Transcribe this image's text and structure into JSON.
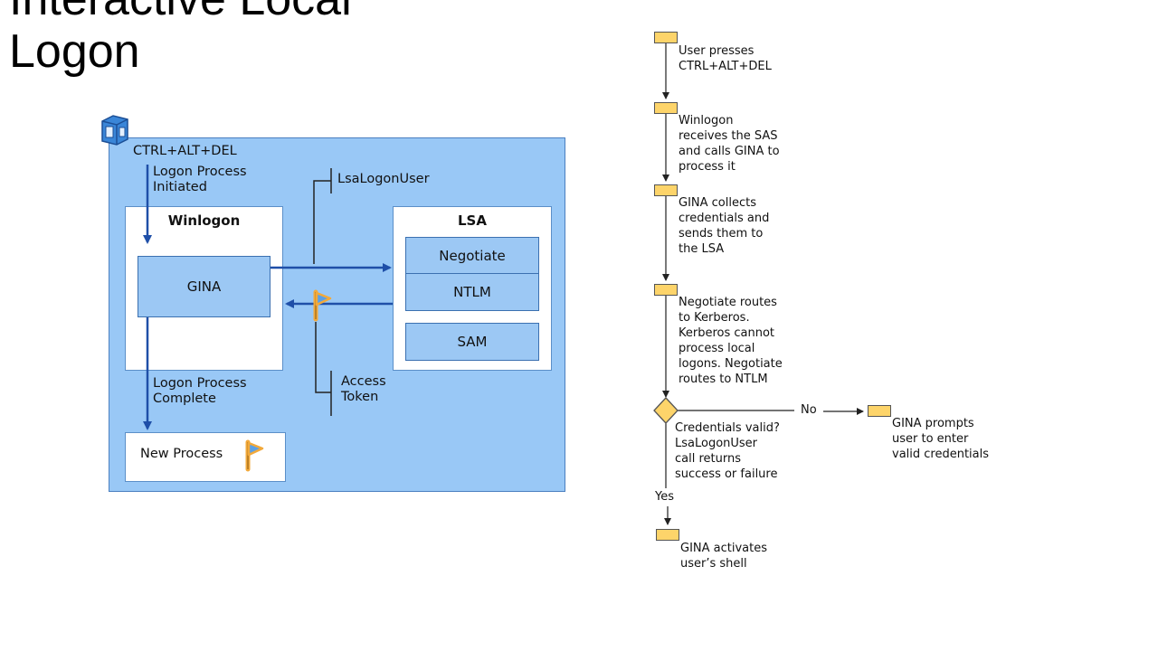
{
  "title": {
    "line1": "Interactive Local",
    "line2": "Logon"
  },
  "architecture": {
    "sas_label": "CTRL+ALT+DEL",
    "initiated_label": [
      "Logon Process",
      "Initiated"
    ],
    "winlogon_title": "Winlogon",
    "gina_label": "GINA",
    "lsa_title": "LSA",
    "negotiate_label": "Negotiate",
    "ntlm_label": "NTLM",
    "sam_label": "SAM",
    "lsalogonuser_label": "LsaLogonUser",
    "access_token_label": [
      "Access",
      "Token"
    ],
    "complete_label": [
      "Logon Process",
      "Complete"
    ],
    "new_process_label": "New Process",
    "colors": {
      "panel": "#99c8f6",
      "panel_border": "#4a7fc0",
      "arrow": "#1f4fa8",
      "flag": "#f2a93b"
    }
  },
  "flowchart": {
    "steps": [
      [
        "User presses",
        "CTRL+ALT+DEL"
      ],
      [
        "Winlogon",
        "receives the SAS",
        "and calls GINA to",
        "process it"
      ],
      [
        "GINA collects",
        "credentials and",
        "sends them to",
        "the LSA"
      ],
      [
        "Negotiate routes",
        "to Kerberos.",
        "Kerberos cannot",
        "process local",
        "logons. Negotiate",
        "routes to NTLM"
      ]
    ],
    "decision": [
      "Credentials valid?",
      "LsaLogonUser",
      "call returns",
      "success or failure"
    ],
    "no_label": "No",
    "no_outcome": [
      "GINA prompts",
      "user to enter",
      "valid credentials"
    ],
    "yes_label": "Yes",
    "final_step": [
      "GINA activates",
      "user’s shell"
    ],
    "colors": {
      "step_fill": "#fdd46a",
      "step_border": "#555555"
    }
  }
}
